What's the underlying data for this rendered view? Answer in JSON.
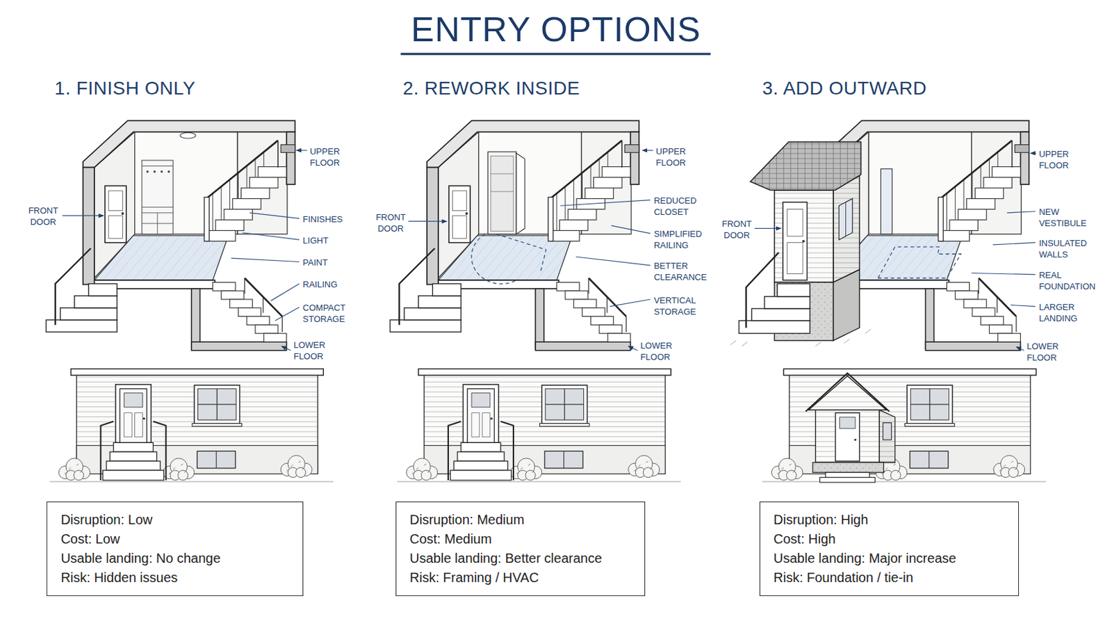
{
  "diagram": {
    "title": "ENTRY OPTIONS",
    "nodes": [
      {
        "text": [
          "Disruption: Low",
          "Cost: Low",
          "Usable landing: No change",
          "Risk: Hidden issues"
        ]
      },
      {
        "text": [
          "Disruption: Medium",
          "Cost: Medium",
          "Usable landing: Better clearance",
          "Risk: Framing / HVAC"
        ]
      },
      {
        "text": [
          "Disruption: High",
          "Cost: High",
          "Usable landing: Major increase",
          "Risk: Foundation / tie-in"
        ]
      }
    ],
    "labels": [
      "1. FINISH ONLY",
      "2. REWORK INSIDE",
      "3. ADD OUTWARD",
      "UPPER FLOOR",
      "FRONT DOOR",
      "FINISHES",
      "LIGHT",
      "PAINT",
      "RAILING",
      "COMPACT STORAGE",
      "LOWER FLOOR",
      "FRONT DOOR",
      "UPPER FLOOR",
      "REDUCED CLOSET",
      "SIMPLIFIED RAILING",
      "BETTER CLEARANCE",
      "VERTICAL STORAGE",
      "LOWER FLOOR",
      "FRONT DOOR",
      "UPPER FLOOR",
      "NEW VESTIBULE",
      "INSULATED WALLS",
      "REAL FOUNDATION",
      "LARGER LANDING",
      "LOWER FLOOR"
    ]
  }
}
